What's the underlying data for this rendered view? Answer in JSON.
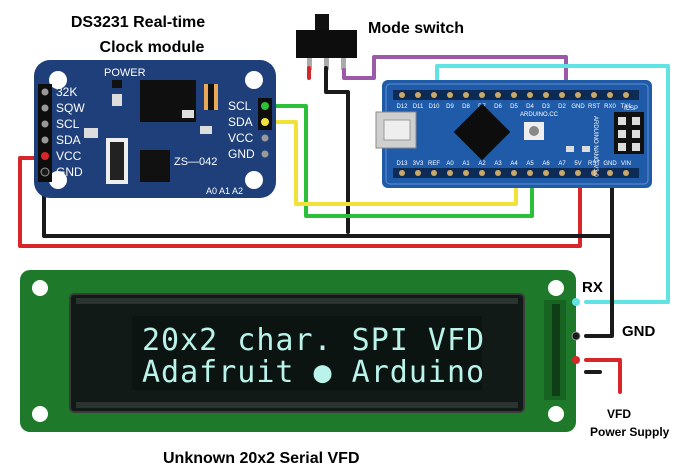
{
  "labels": {
    "rtc_title_1": "DS3231 Real-time",
    "rtc_title_2": "Clock module",
    "mode_switch": "Mode switch",
    "rx": "RX",
    "gnd": "GND",
    "vfd_power_1": "VFD",
    "vfd_power_2": "Power Supply",
    "vfd_caption": "Unknown 20x2 Serial VFD"
  },
  "rtc": {
    "power_label": "POWER",
    "chip_label": "ZS—042",
    "left_pins": [
      "32K",
      "SQW",
      "SCL",
      "SDA",
      "VCC",
      "GND"
    ],
    "right_pins": [
      "SCL",
      "SDA",
      "VCC",
      "GND"
    ],
    "addr_pins": "A0 A1 A2"
  },
  "nano": {
    "top_pins": [
      "D12",
      "D11",
      "D10",
      "D9",
      "D8",
      "D7",
      "D6",
      "D5",
      "D4",
      "D3",
      "D2",
      "GND",
      "RST",
      "RX0",
      "TX1"
    ],
    "bottom_pins": [
      "D13",
      "3V3",
      "REF",
      "A0",
      "A1",
      "A2",
      "A3",
      "A4",
      "A5",
      "A6",
      "A7",
      "5V",
      "RST",
      "GND",
      "VIN"
    ],
    "board_text": "ARDUINO.CC",
    "model_text": "ARDUINO NANO V3.0",
    "icsp": "ICSP"
  },
  "vfd": {
    "line1": "20x2 char. SPI VFD",
    "line2": "Adafruit ● Arduino"
  },
  "colors": {
    "wire_red": "#d6262a",
    "wire_black": "#1a1a1a",
    "wire_green": "#2bbf3a",
    "wire_yellow": "#f0e23a",
    "wire_purple": "#9b59a8",
    "wire_cyan": "#5fe3e3",
    "rtc_board": "#1f3f7a",
    "nano_board": "#1f5ba8",
    "vfd_pcb": "#1e7a2a"
  }
}
